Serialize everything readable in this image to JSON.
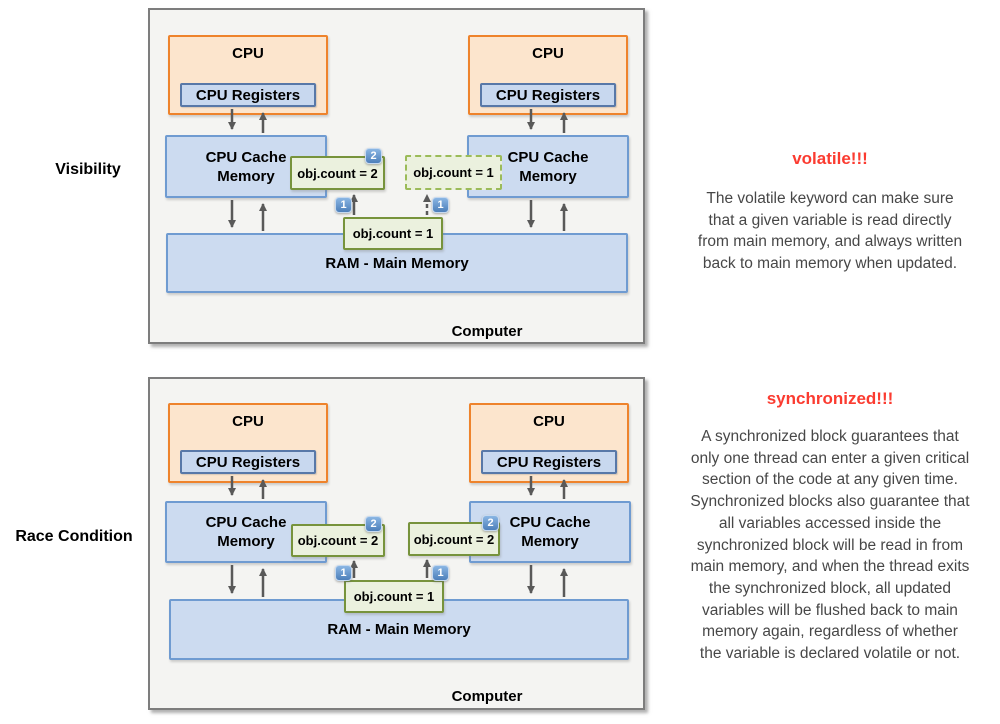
{
  "side_labels": {
    "visibility": "Visibility",
    "race_condition": "Race Condition"
  },
  "diagram_labels": {
    "cpu": "CPU",
    "cpu_registers": "CPU Registers",
    "cpu_cache": [
      "CPU Cache",
      "Memory"
    ],
    "ram": "RAM - Main Memory",
    "computer": "Computer"
  },
  "values": {
    "count2": "obj.count = 2",
    "count1": "obj.count = 1",
    "step1": "1",
    "step2": "2"
  },
  "notes": {
    "volatile": {
      "title": "volatile!!!",
      "lines": [
        "The volatile keyword can make sure",
        "that a given variable is read directly",
        "from main memory, and always written",
        "back to main memory when updated."
      ]
    },
    "synchronized": {
      "title": "synchronized!!!",
      "lines": [
        "A synchronized block guarantees that",
        "only one thread can enter a given critical",
        "section of the code at any given time.",
        "Synchronized blocks also guarantee that",
        "all variables accessed inside the",
        "synchronized block will be read in from",
        "main memory, and when the thread exits",
        "the synchronized block, all updated",
        "variables will be flushed back to main",
        "memory again, regardless of whether",
        "the variable is declared volatile or not."
      ]
    }
  },
  "colors": {
    "accent_red": "#fb3b30",
    "panel_bg": "#f4f4f2",
    "panel_border": "#7d7d7d",
    "cpu_fill": "#fce5cd",
    "cpu_border": "#ee832c",
    "blue_fill": "#ccdbf0",
    "blue_border": "#6f9bd1",
    "green_fill": "#ebf1de",
    "green_border": "#77933c",
    "green_dashed_border": "#9bbb59",
    "badge_blue": "#4d7fba",
    "arrow_gray": "#595959",
    "body_text": "#474747"
  }
}
